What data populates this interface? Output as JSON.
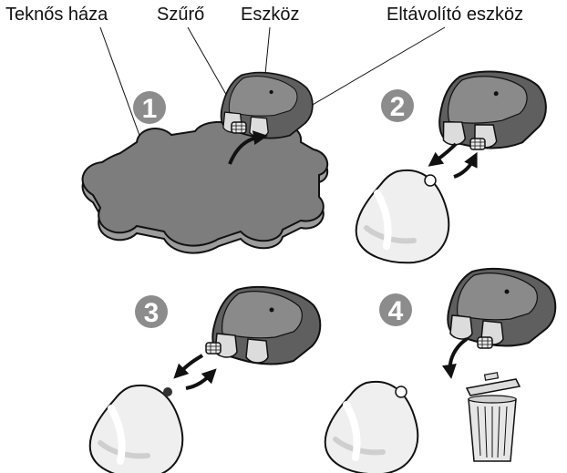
{
  "labels": {
    "housing": "Teknős háza",
    "filter": "Szűrő",
    "tool": "Eszköz",
    "removal_tool": "Eltávolító eszköz"
  },
  "steps": [
    "1",
    "2",
    "3",
    "4"
  ],
  "colors": {
    "tool_dark": "#5f5f5f",
    "tool_mid": "#8a8a8a",
    "badge": "#8c8c8c",
    "housing": "#7d7d7d",
    "housing_side": "#9c9c9c",
    "dome": "#efefef",
    "outline": "#111111"
  }
}
